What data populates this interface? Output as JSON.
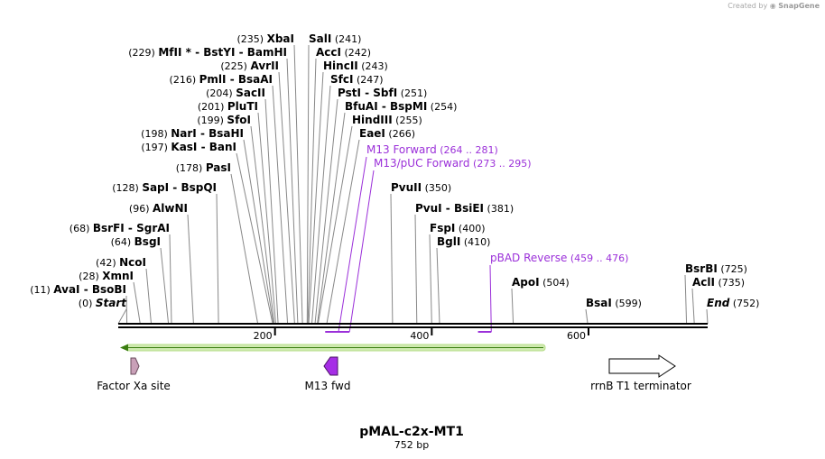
{
  "credit": {
    "prefix": "Created by",
    "brand": "SnapGene"
  },
  "plasmid": {
    "name": "pMAL-c2x-MT1",
    "length_label": "752 bp",
    "length": 752
  },
  "colors": {
    "primer": "#9b30d9",
    "orf_fill": "#8ac926",
    "factor_xa": "#c9a0b8",
    "m13_fwd": "#9b30d9"
  },
  "axis_ticks": [
    200,
    400,
    600
  ],
  "sites": [
    {
      "pos": 0,
      "pos_label": "(0)",
      "name": "Start",
      "italic": true
    },
    {
      "pos": 11,
      "pos_label": "(11)",
      "name": "AvaI",
      "extra": "- BsoBI"
    },
    {
      "pos": 28,
      "pos_label": "(28)",
      "name": "XmnI"
    },
    {
      "pos": 42,
      "pos_label": "(42)",
      "name": "NcoI"
    },
    {
      "pos": 64,
      "pos_label": "(64)",
      "name": "BsgI"
    },
    {
      "pos": 68,
      "pos_label": "(68)",
      "name": "BsrFI",
      "extra": "- SgrAI"
    },
    {
      "pos": 96,
      "pos_label": "(96)",
      "name": "AlwNI"
    },
    {
      "pos": 128,
      "pos_label": "(128)",
      "name": "SapI",
      "extra": "- BspQI"
    },
    {
      "pos": 178,
      "pos_label": "(178)",
      "name": "PasI"
    },
    {
      "pos": 197,
      "pos_label": "(197)",
      "name": "KasI",
      "extra": "- BanI"
    },
    {
      "pos": 198,
      "pos_label": "(198)",
      "name": "NarI",
      "extra": "- BsaHI"
    },
    {
      "pos": 199,
      "pos_label": "(199)",
      "name": "SfoI"
    },
    {
      "pos": 201,
      "pos_label": "(201)",
      "name": "PluTI"
    },
    {
      "pos": 204,
      "pos_label": "(204)",
      "name": "SacII"
    },
    {
      "pos": 216,
      "pos_label": "(216)",
      "name": "PmlI",
      "extra": "- BsaAI"
    },
    {
      "pos": 225,
      "pos_label": "(225)",
      "name": "AvrII"
    },
    {
      "pos": 229,
      "pos_label": "(229)",
      "name": "MfII *",
      "extra": "- BstYI - BamHI"
    },
    {
      "pos": 235,
      "pos_label": "(235)",
      "name": "XbaI"
    },
    {
      "pos": 241,
      "pos_label": "(241)",
      "name": "SalI"
    },
    {
      "pos": 242,
      "pos_label": "(242)",
      "name": "AccI"
    },
    {
      "pos": 243,
      "pos_label": "(243)",
      "name": "HincII"
    },
    {
      "pos": 247,
      "pos_label": "(247)",
      "name": "SfcI"
    },
    {
      "pos": 251,
      "pos_label": "(251)",
      "name": "PstI",
      "extra": "- SbfI"
    },
    {
      "pos": 254,
      "pos_label": "(254)",
      "name": "BfuAI",
      "extra": "- BspMI"
    },
    {
      "pos": 255,
      "pos_label": "(255)",
      "name": "HindIII"
    },
    {
      "pos": 266,
      "pos_label": "(266)",
      "name": "EaeI"
    },
    {
      "pos": 350,
      "pos_label": "(350)",
      "name": "PvuII"
    },
    {
      "pos": 381,
      "pos_label": "(381)",
      "name": "PvuI",
      "extra": "- BsiEI"
    },
    {
      "pos": 400,
      "pos_label": "(400)",
      "name": "FspI"
    },
    {
      "pos": 410,
      "pos_label": "(410)",
      "name": "BglI"
    },
    {
      "pos": 504,
      "pos_label": "(504)",
      "name": "ApoI"
    },
    {
      "pos": 599,
      "pos_label": "(599)",
      "name": "BsaI"
    },
    {
      "pos": 725,
      "pos_label": "(725)",
      "name": "BsrBI"
    },
    {
      "pos": 735,
      "pos_label": "(735)",
      "name": "AclI"
    },
    {
      "pos": 752,
      "pos_label": "(752)",
      "name": "End",
      "italic": true
    }
  ],
  "primers": [
    {
      "name": "M13 Forward",
      "range": "(264 .. 281)",
      "start": 264,
      "end": 281
    },
    {
      "name": "M13/pUC Forward",
      "range": "(273 .. 295)",
      "start": 273,
      "end": 295
    },
    {
      "name": "pBAD Reverse",
      "range": "(459 .. 476)",
      "start": 459,
      "end": 476
    }
  ],
  "features": [
    {
      "name": "Factor Xa site",
      "start": 16,
      "end": 27
    },
    {
      "name": "M13 fwd",
      "start": 264,
      "end": 281
    },
    {
      "name": "rrnB T1 terminator",
      "start": 627,
      "end": 714
    }
  ],
  "orf": {
    "start": 0,
    "end": 546
  }
}
